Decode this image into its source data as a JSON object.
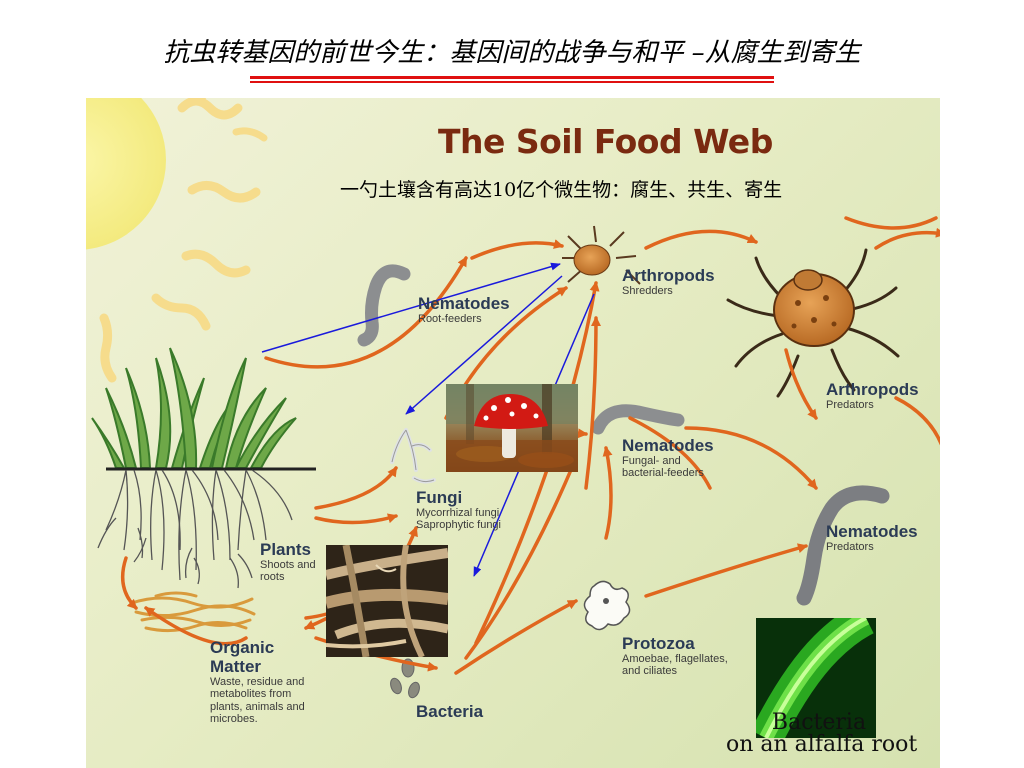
{
  "slide": {
    "title": "抗虫转基因的前世今生：基因间的战争与和平 –从腐生到寄生"
  },
  "diagram": {
    "title": "The Soil Food Web",
    "subtitle": "一勺土壤含有高达10亿个微生物：腐生、共生、寄生",
    "nodes": {
      "arthropods_shredders": {
        "name": "Arthropods",
        "desc": "Shredders"
      },
      "nematodes_root": {
        "name": "Nematodes",
        "desc": "Root-feeders"
      },
      "arthropods_predators": {
        "name": "Arthropods",
        "desc": "Predators"
      },
      "nematodes_fungal": {
        "name": "Nematodes",
        "desc1": "Fungal- and",
        "desc2": "bacterial-feeders"
      },
      "fungi": {
        "name": "Fungi",
        "desc1": "Mycorrhizal fungi",
        "desc2": "Saprophytic fungi"
      },
      "plants": {
        "name": "Plants",
        "desc1": "Shoots and",
        "desc2": "roots"
      },
      "nematodes_predators": {
        "name": "Nematodes",
        "desc": "Predators"
      },
      "organic_matter": {
        "name1": "Organic",
        "name2": "Matter",
        "desc1": "Waste, residue and",
        "desc2": "metabolites from",
        "desc3": "plants, animals and",
        "desc4": "microbes."
      },
      "protozoa": {
        "name": "Protozoa",
        "desc1": "Amoebae, flagellates,",
        "desc2": "and ciliates"
      },
      "bacteria": {
        "name": "Bacteria"
      }
    },
    "photo_caption": {
      "line1": "Bacteria",
      "line2": "on an alfalfa root"
    }
  },
  "colors": {
    "title_rule": "#e01010",
    "food_web_arrow": "#e0661e",
    "annotation_arrow": "#1a1adc",
    "label": "#2b3b55",
    "heading": "#7a2a10"
  }
}
